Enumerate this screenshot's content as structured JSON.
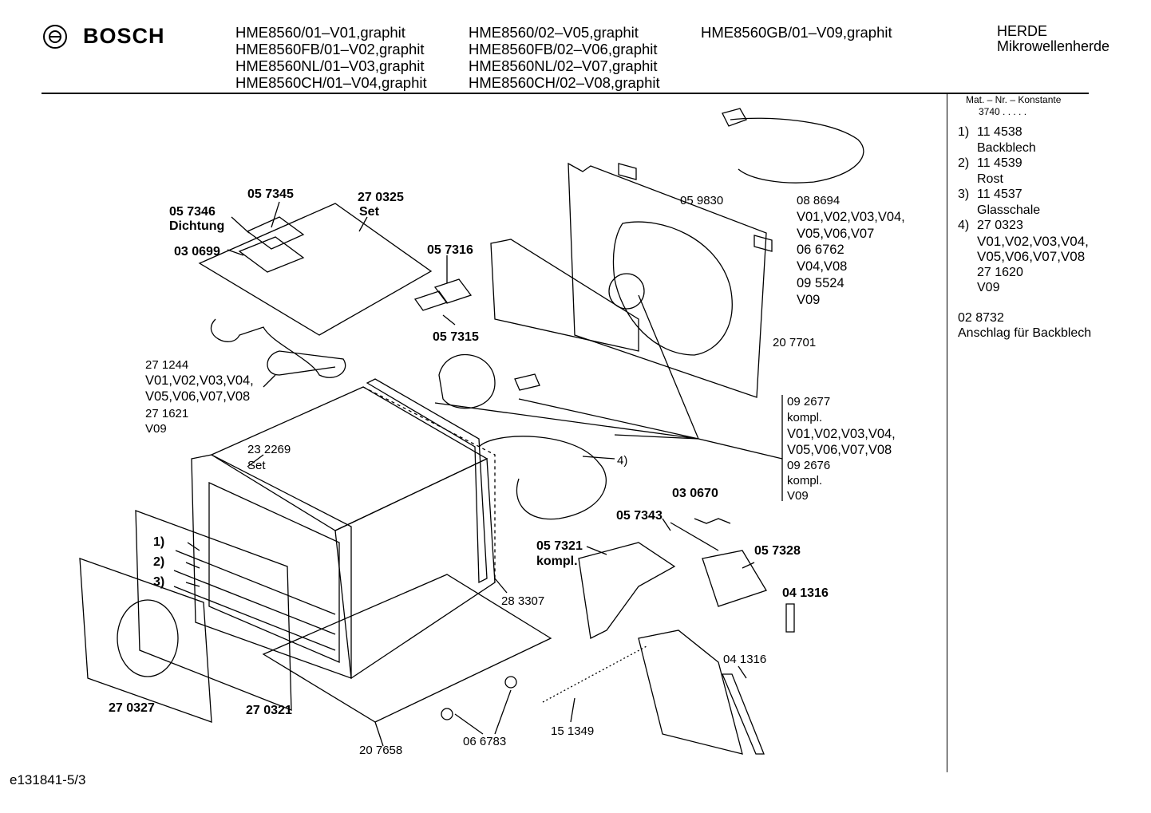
{
  "header": {
    "brand": "BOSCH",
    "models_col1": [
      "HME8560/01–V01,graphit",
      "HME8560FB/01–V02,graphit",
      "HME8560NL/01–V03,graphit",
      "HME8560CH/01–V04,graphit"
    ],
    "models_col2": [
      "HME8560/02–V05,graphit",
      "HME8560FB/02–V06,graphit",
      "HME8560NL/02–V07,graphit",
      "HME8560CH/02–V08,graphit"
    ],
    "models_col3": [
      "HME8560GB/01–V09,graphit"
    ],
    "category": [
      "HERDE",
      "Mikrowellenherde"
    ]
  },
  "legend": {
    "konstante_header": "Mat. – Nr. – Konstante",
    "konstante_value": "3740 . . . . .",
    "items": [
      {
        "num": "1)",
        "lines": [
          "11 4538",
          "Backblech"
        ]
      },
      {
        "num": "2)",
        "lines": [
          "11 4539",
          "Rost"
        ]
      },
      {
        "num": "3)",
        "lines": [
          "11 4537",
          "Glasschale"
        ]
      },
      {
        "num": "4)",
        "lines": [
          "27 0323",
          "V01,V02,V03,V04,",
          "V05,V06,V07,V08",
          "27 1620",
          "V09"
        ]
      }
    ],
    "extra": [
      "02 8732",
      "Anschlag für Backblech"
    ]
  },
  "labels": {
    "p057345": "05 7345",
    "p270325": "27 0325",
    "set": "Set",
    "p057346": "05 7346",
    "dichtung": "Dichtung",
    "p030699": "03 0699",
    "p057316": "05 7316",
    "p057315": "05 7315",
    "p059830": "05 9830",
    "p088694": "08 8694",
    "v_a1": "V01,V02,V03,V04,",
    "v_a2": "V05,V06,V07",
    "p066762": "06 6762",
    "v0408": "V04,V08",
    "p095524": "09 5524",
    "v09a": "V09",
    "p207701": "20 7701",
    "p271244": "27 1244",
    "v_b1": "V01,V02,V03,V04,",
    "v_b2": "V05,V06,V07,V08",
    "p271621": "27 1621",
    "v09b": "V09",
    "p092677": "09 2677",
    "kompl1": "kompl.",
    "v_c1": "V01,V02,V03,V04,",
    "v_c2": "V05,V06,V07,V08",
    "p092676": "09 2676",
    "kompl2": "kompl.",
    "v09c": "V09",
    "p232269": "23 2269",
    "set2": "Set",
    "four": "4)",
    "p030670": "03 0670",
    "p057343": "05 7343",
    "p057321": "05 7321",
    "kompl3": "kompl.",
    "p057328": "05 7328",
    "p041316a": "04 1316",
    "p041316b": "04 1316",
    "one": "1)",
    "two": "2)",
    "three": "3)",
    "p283307": "28 3307",
    "p270327": "27 0327",
    "p270321": "27 0321",
    "p151349": "15 1349",
    "p066783": "06 6783",
    "p207658": "20 7658"
  },
  "footer": "e131841-5/3"
}
